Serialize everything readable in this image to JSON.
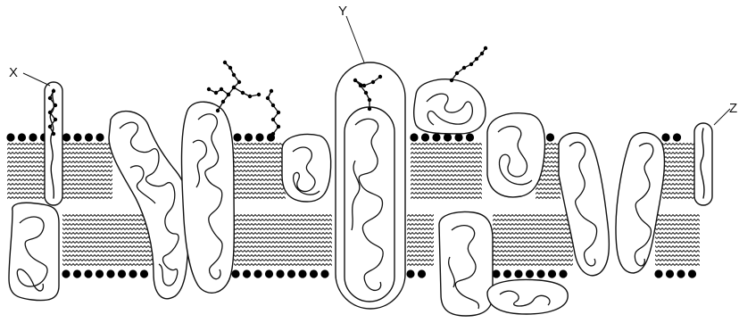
{
  "labels": {
    "x": "X",
    "y": "Y",
    "z": "Z"
  },
  "colors": {
    "ink": "#111111",
    "background": "#ffffff"
  }
}
